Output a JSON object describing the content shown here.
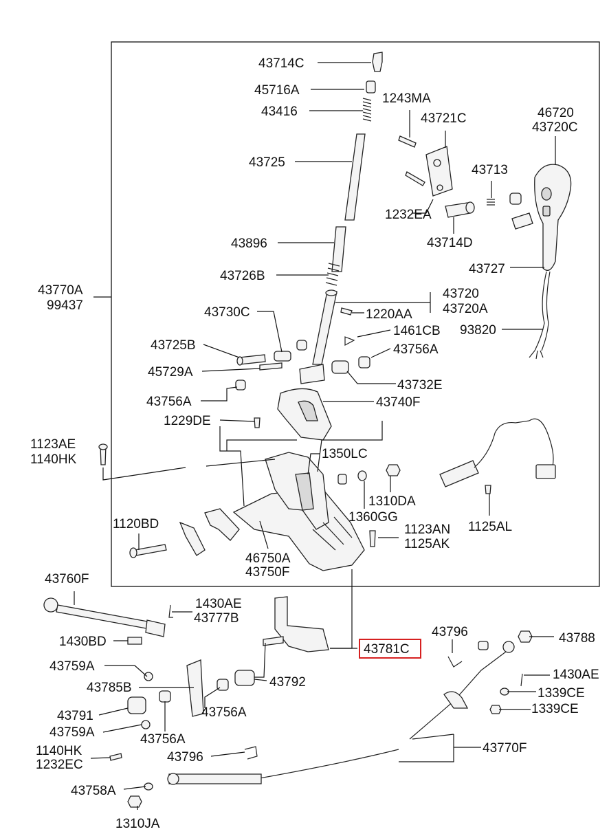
{
  "labels": {
    "l43714C": "43714C",
    "l45716A": "45716A",
    "l43416": "43416",
    "l43725": "43725",
    "l43896": "43896",
    "l43726B": "43726B",
    "l43770A": "43770A",
    "l99437": "99437",
    "l1243MA": "1243MA",
    "l43721C": "43721C",
    "l46720": "46720",
    "l43720C": "43720C",
    "l43713": "43713",
    "l1232EA": "1232EA",
    "l43714D": "43714D",
    "l43727": "43727",
    "l43720": "43720",
    "l43720A": "43720A",
    "l1220AA": "1220AA",
    "l43730C": "43730C",
    "l1461CB": "1461CB",
    "l93820": "93820",
    "l43725B": "43725B",
    "l43756A_1": "43756A",
    "l45729A": "45729A",
    "l43732E": "43732E",
    "l43756A_2": "43756A",
    "l43740F": "43740F",
    "l1229DE": "1229DE",
    "l1123AE": "1123AE",
    "l1140HK_1": "1140HK",
    "l1350LC": "1350LC",
    "l1310DA": "1310DA",
    "l1360GG": "1360GG",
    "l1125AL": "1125AL",
    "l1120BD": "1120BD",
    "l1123AN": "1123AN",
    "l1125AK": "1125AK",
    "l46750A": "46750A",
    "l43750F": "43750F",
    "l43760F": "43760F",
    "l1430AE_1": "1430AE",
    "l43777B": "43777B",
    "l1430BD": "1430BD",
    "l43781C": "43781C",
    "l43796_1": "43796",
    "l43788": "43788",
    "l43759A_1": "43759A",
    "l43785B": "43785B",
    "l43792": "43792",
    "l1430AE_2": "1430AE",
    "l1339CE_1": "1339CE",
    "l43791": "43791",
    "l43756A_3": "43756A",
    "l1339CE_2": "1339CE",
    "l43759A_2": "43759A",
    "l43756A_4": "43756A",
    "l1140HK_2": "1140HK",
    "l1232EC": "1232EC",
    "l43796_2": "43796",
    "l43770F": "43770F",
    "l43758A": "43758A",
    "l1310JA": "1310JA"
  },
  "highlight": {
    "part": "43781C",
    "color": "#d62020"
  }
}
